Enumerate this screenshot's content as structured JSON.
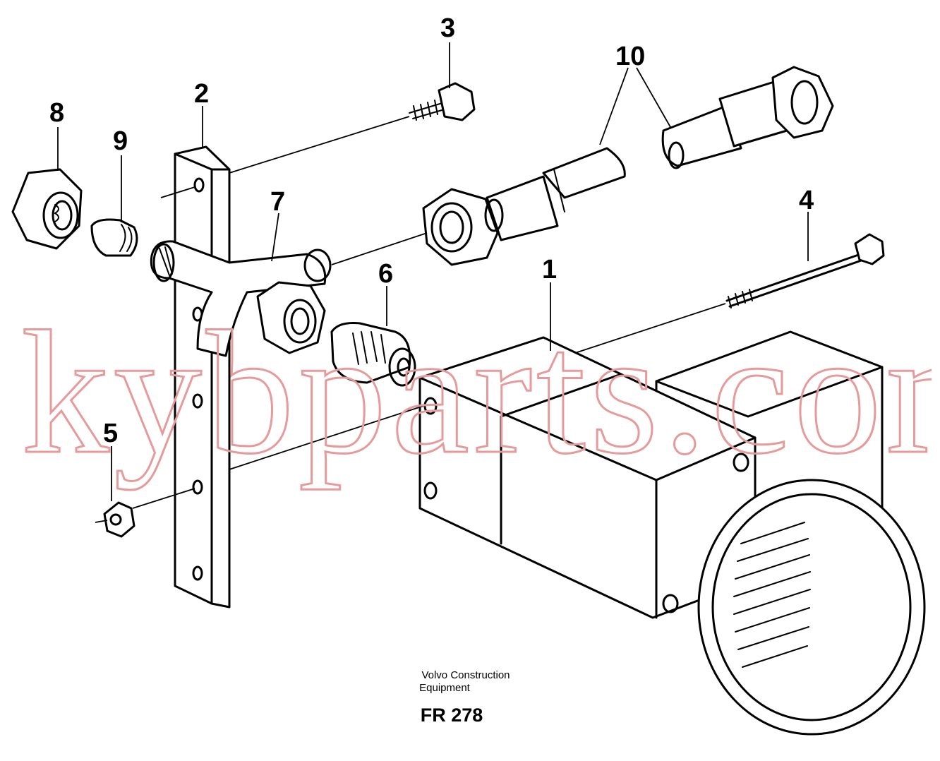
{
  "callouts": {
    "c1": "1",
    "c2": "2",
    "c3": "3",
    "c4": "4",
    "c5": "5",
    "c6": "6",
    "c7": "7",
    "c8": "8",
    "c9": "9",
    "c10": "10"
  },
  "caption": {
    "manufacturer_line1": "Volvo Construction",
    "manufacturer_line2": "Equipment",
    "figure_code": "FR 278"
  },
  "watermark": {
    "text": "kybparts.com",
    "color": "#e79a9a"
  }
}
